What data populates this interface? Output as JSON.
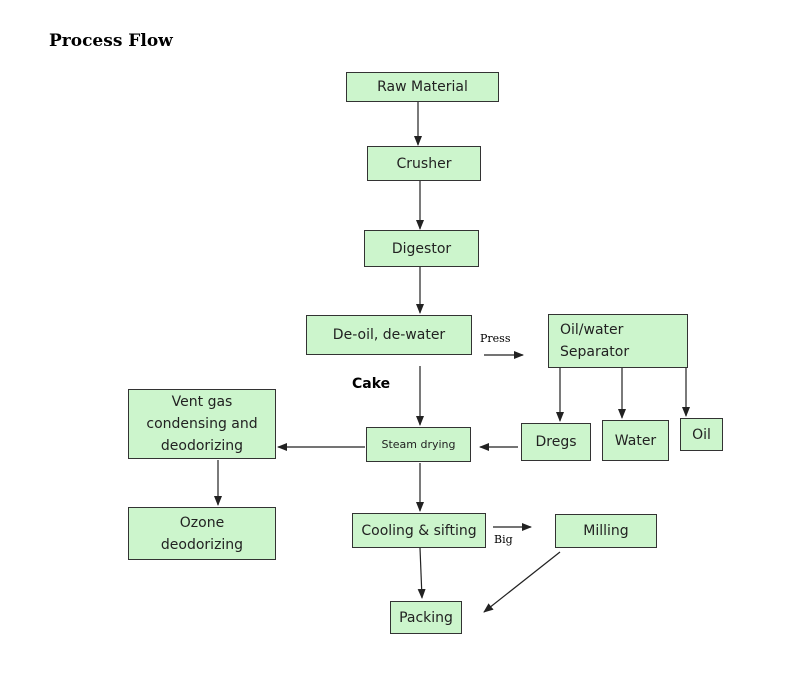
{
  "title": "Process Flow",
  "nodes": {
    "raw_material": "Raw Material",
    "crusher": "Crusher",
    "digestor": "Digestor",
    "deoil": "De-oil, de-water",
    "separator": "Oil/water\nSeparator",
    "vent_gas": "Vent gas\ncondensing and\ndeodorizing",
    "steam_drying": "Steam drying",
    "dregs": "Dregs",
    "water": "Water",
    "oil": "Oil",
    "ozone": "Ozone\ndeodorizing",
    "cooling": "Cooling & sifting",
    "milling": "Milling",
    "packing": "Packing"
  },
  "labels": {
    "press": "Press",
    "cake": "Cake",
    "big": "Big"
  }
}
